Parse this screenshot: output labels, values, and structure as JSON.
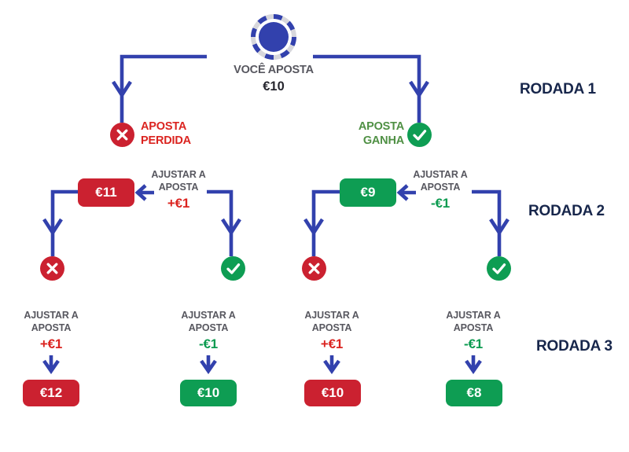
{
  "start": {
    "label": "VOCÊ APOSTA",
    "amount": "€10"
  },
  "round_labels": [
    "RODADA 1",
    "RODADA 2",
    "RODADA 3"
  ],
  "round1": {
    "lost": "APOSTA PERDIDA",
    "won": "APOSTA GANHA"
  },
  "round2": {
    "loss_branch": {
      "adjust": "AJUSTAR A APOSTA",
      "delta": "+€1",
      "bet": "€11"
    },
    "win_branch": {
      "adjust": "AJUSTAR A APOSTA",
      "delta": "-€1",
      "bet": "€9"
    }
  },
  "round3": [
    {
      "adjust": "AJUSTAR A APOSTA",
      "delta": "+€1",
      "bet": "€12",
      "outcome": "loss"
    },
    {
      "adjust": "AJUSTAR A APOSTA",
      "delta": "-€1",
      "bet": "€10",
      "outcome": "win"
    },
    {
      "adjust": "AJUSTAR A APOSTA",
      "delta": "+€1",
      "bet": "€10",
      "outcome": "loss"
    },
    {
      "adjust": "AJUSTAR A APOSTA",
      "delta": "-€1",
      "bet": "€8",
      "outcome": "win"
    }
  ],
  "icons": {
    "chip": "poker-chip",
    "lost": "x-circle",
    "won": "check-circle"
  },
  "colors": {
    "blue": "#3241ad",
    "red": "#cb2130",
    "red_text": "#db2420",
    "green": "#0e9d53",
    "green_text_label": "#4f9044",
    "green_text_delta": "#0c9b50",
    "navy": "#17264b",
    "gray_text": "#57575f"
  }
}
